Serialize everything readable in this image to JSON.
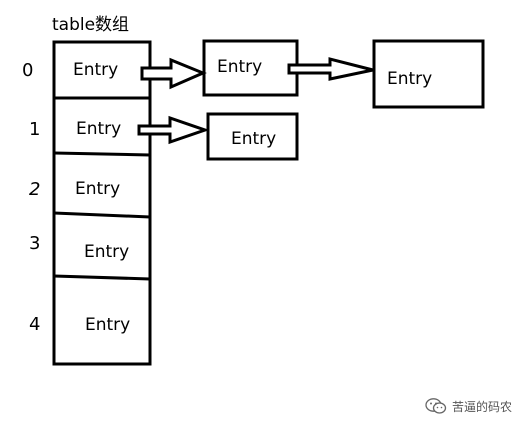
{
  "title": "table数组",
  "indices": [
    "0",
    "1",
    "2",
    "3",
    "4"
  ],
  "table_entries": [
    "Entry",
    "Entry",
    "Entry",
    "Entry",
    "Entry"
  ],
  "chain_0": [
    "Entry",
    "Entry"
  ],
  "chain_1": [
    "Entry"
  ],
  "watermark": "苦逼的码农",
  "colors": {
    "stroke": "#000000",
    "background": "#ffffff",
    "watermark": "#555555"
  }
}
